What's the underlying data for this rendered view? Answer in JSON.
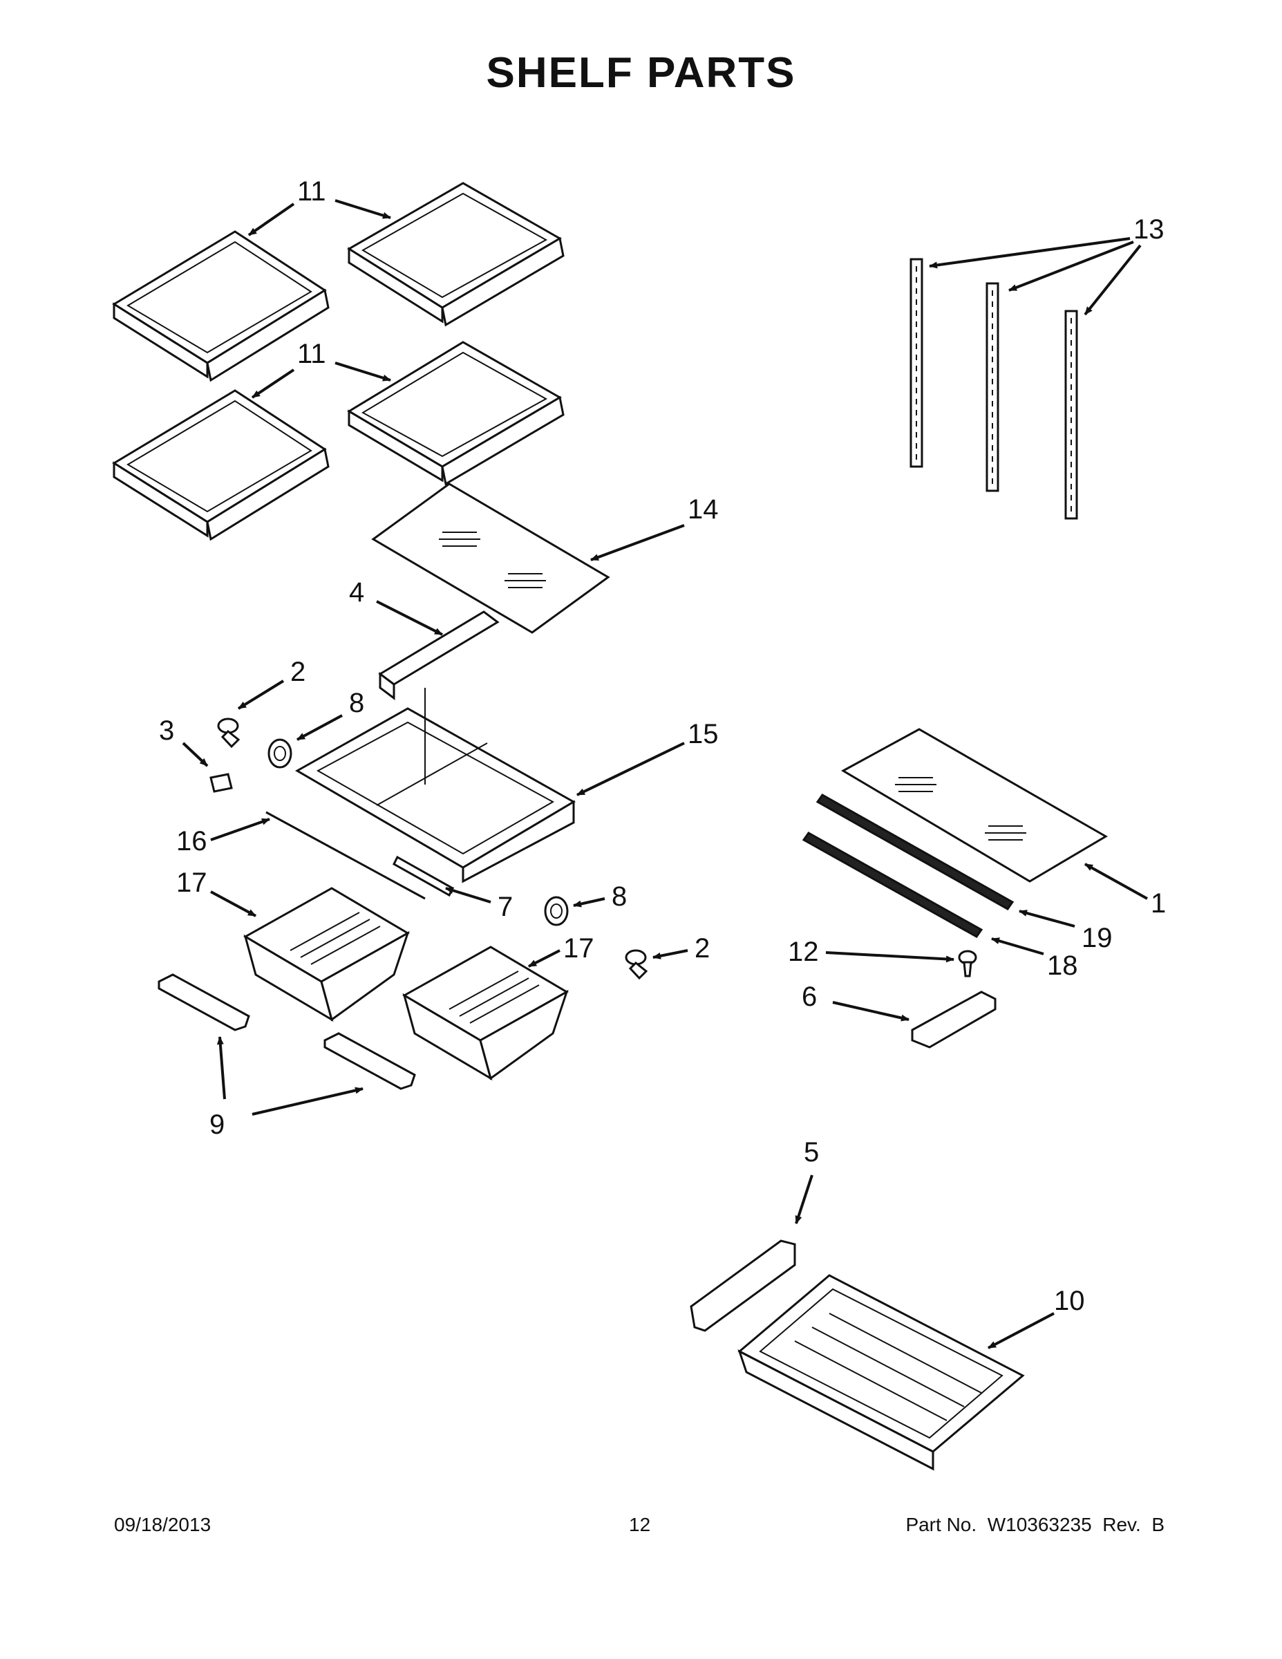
{
  "title": "SHELF PARTS",
  "callouts": [
    "11",
    "11",
    "13",
    "14",
    "4",
    "2",
    "8",
    "3",
    "15",
    "16",
    "17",
    "7",
    "8",
    "2",
    "17",
    "9",
    "1",
    "19",
    "12",
    "18",
    "6",
    "5",
    "10"
  ],
  "footer": {
    "date": "09/18/2013",
    "page": "12",
    "part_no": "Part No.  W10363235  Rev.  B"
  }
}
